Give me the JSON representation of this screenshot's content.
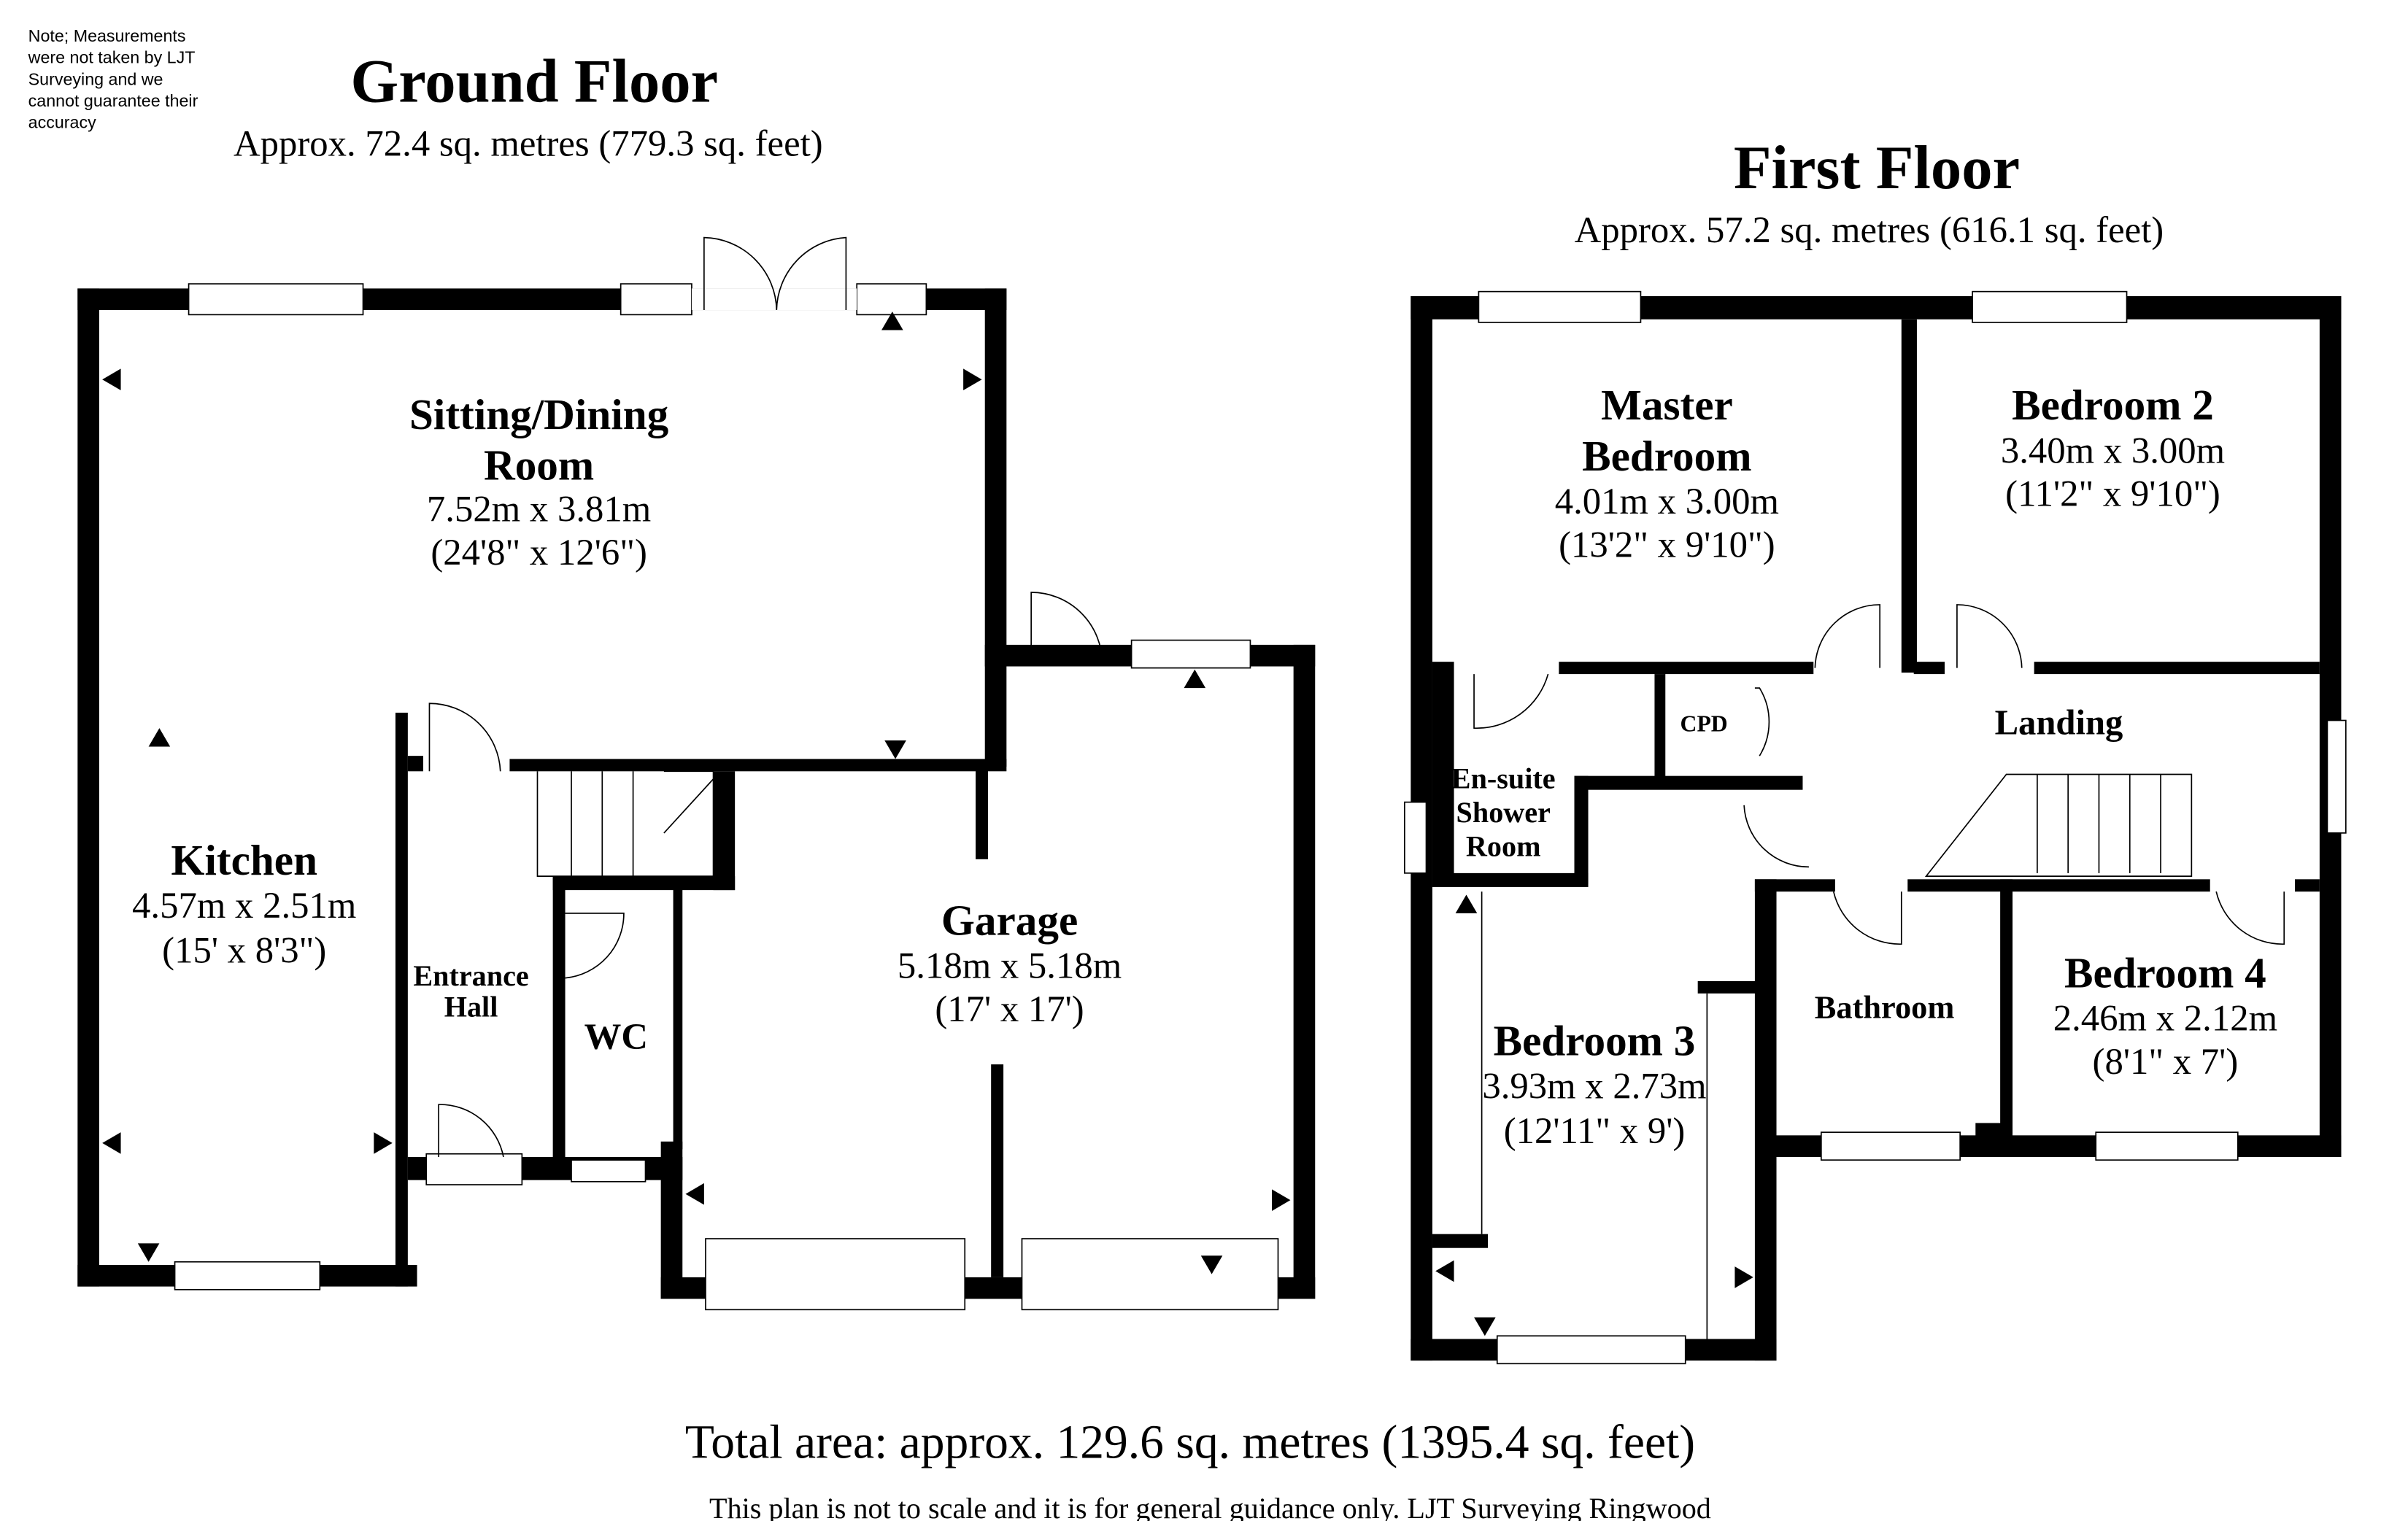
{
  "note": [
    "Note; Measurements",
    "were not taken by LJT",
    "Surveying and we",
    "cannot guarantee their",
    "accuracy"
  ],
  "ground_floor": {
    "title": "Ground Floor",
    "area": "Approx. 72.4 sq. metres (779.3 sq. feet)",
    "rooms": {
      "sitting": {
        "name1": "Sitting/Dining",
        "name2": "Room",
        "dim_m": "7.52m x 3.81m",
        "dim_ft": "(24'8\" x 12'6\")"
      },
      "kitchen": {
        "name": "Kitchen",
        "dim_m": "4.57m x 2.51m",
        "dim_ft": "(15' x 8'3\")"
      },
      "hall": {
        "name1": "Entrance",
        "name2": "Hall"
      },
      "wc": {
        "name": "WC"
      },
      "garage": {
        "name": "Garage",
        "dim_m": "5.18m x 5.18m",
        "dim_ft": "(17' x 17')"
      }
    }
  },
  "first_floor": {
    "title": "First Floor",
    "area": "Approx. 57.2 sq. metres (616.1 sq. feet)",
    "rooms": {
      "master": {
        "name1": "Master",
        "name2": "Bedroom",
        "dim_m": "4.01m x 3.00m",
        "dim_ft": "(13'2\" x 9'10\")"
      },
      "bed2": {
        "name": "Bedroom 2",
        "dim_m": "3.40m x 3.00m",
        "dim_ft": "(11'2\" x 9'10\")"
      },
      "cpd": {
        "name": "CPD"
      },
      "landing": {
        "name": "Landing"
      },
      "ensuite": {
        "name1": "En-suite",
        "name2": "Shower",
        "name3": "Room"
      },
      "bed3": {
        "name": "Bedroom 3",
        "dim_m": "3.93m x 2.73m",
        "dim_ft": "(12'11\" x 9')"
      },
      "bathroom": {
        "name": "Bathroom"
      },
      "bed4": {
        "name": "Bedroom 4",
        "dim_m": "2.46m x 2.12m",
        "dim_ft": "(8'1\" x 7')"
      }
    }
  },
  "total_area": "Total area: approx. 129.6 sq. metres (1395.4 sq. feet)",
  "disclaimer": "This plan is not to scale and it is for general guidance only. LJT Surveying Ringwood"
}
